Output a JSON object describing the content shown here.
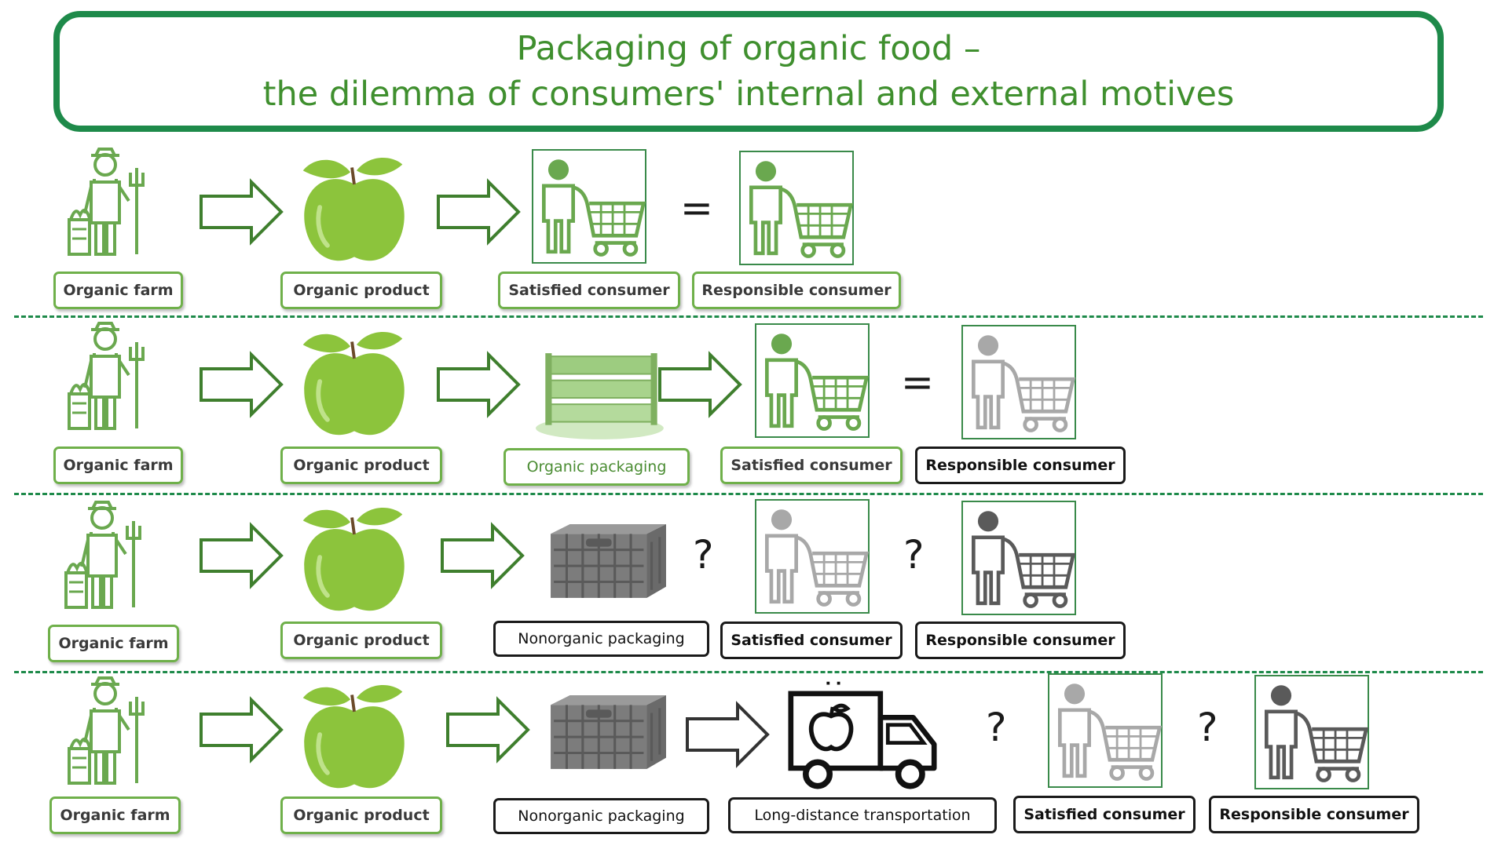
{
  "title": {
    "line1": "Packaging of organic food –",
    "line2": "the dilemma of consumers' internal and external motives"
  },
  "labels": {
    "organic_farm": "Organic farm",
    "organic_product": "Organic product",
    "satisfied_consumer": "Satisfied consumer",
    "responsible_consumer": "Responsible consumer",
    "organic_packaging": "Organic packaging",
    "nonorganic_packaging": "Nonorganic packaging",
    "long_distance_transportation": "Long-distance transportation"
  },
  "symbols": {
    "equals": "=",
    "question": "?"
  },
  "icons": {
    "farmer": "farmer-icon",
    "apple": "apple-icon",
    "arrow": "arrow-right-icon",
    "consumer": "consumer-with-cart-icon",
    "organic_crate": "wooden-crate-icon",
    "plastic_crate": "plastic-crate-icon",
    "truck": "delivery-truck-icon"
  },
  "colors": {
    "accent_green": "#1e8a4a",
    "title_green": "#3f8f2e",
    "icon_green": "#6aa84f",
    "apple_green": "#8cc43c",
    "grey_consumer": "#9a9a9a",
    "dark_consumer": "#5a5a5a"
  }
}
